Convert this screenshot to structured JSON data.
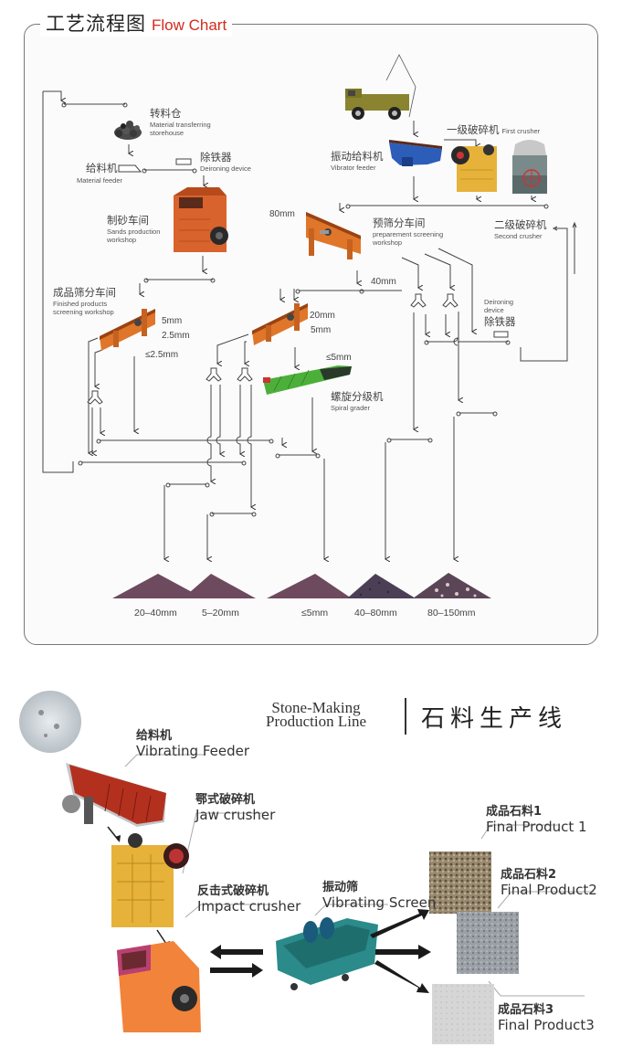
{
  "flow_chart": {
    "title_cn": "工艺流程图",
    "title_en": "Flow Chart",
    "nodes": {
      "storehouse": {
        "cn": "转料仓",
        "en1": "Material transferring",
        "en2": "storehouse"
      },
      "feeder": {
        "cn": "给料机",
        "en": "Material feeder"
      },
      "deironing_1": {
        "cn": "除铁器",
        "en": "Deironing device"
      },
      "sands": {
        "cn": "制砂车间",
        "en1": "Sands production",
        "en2": "workshop"
      },
      "vibrator_feeder": {
        "cn": "振动给料机",
        "en": "Vibrator feeder"
      },
      "first_crusher": {
        "cn": "一级破碎机",
        "en": "First crusher"
      },
      "second_crusher": {
        "cn": "二级破碎机",
        "en": "Second crusher"
      },
      "pre_screening": {
        "cn": "预筛分车间",
        "en1": "preparement screening",
        "en2": "workshop"
      },
      "finished_screening": {
        "cn": "成品筛分车间",
        "en1": "Finished products",
        "en2": "screening workshop"
      },
      "spiral_grader": {
        "cn": "螺旋分级机",
        "en": "Spiral grader"
      },
      "deironing_2": {
        "cn": "除铁器",
        "en1": "Deironing",
        "en2": "device"
      }
    },
    "sizes": {
      "pre_80": "80mm",
      "pre_40": "40mm",
      "fin_5": "5mm",
      "fin_25": "2.5mm",
      "fin_le25": "≤2.5mm",
      "mid_20": "20mm",
      "mid_5": "5mm",
      "spiral_le5": "≤5mm"
    },
    "products": [
      {
        "label": "20–40mm",
        "color": "#6e4a5e"
      },
      {
        "label": "5–20mm",
        "color": "#6e4a5e"
      },
      {
        "label": "≤5mm",
        "color": "#6e4a5e"
      },
      {
        "label": "40–80mm",
        "color": "#4b3f55"
      },
      {
        "label": "80–150mm",
        "color": "#5a4656"
      }
    ]
  },
  "production_line": {
    "title_en_1": "Stone-Making",
    "title_en_2": "Production Line",
    "title_cn": "石料生产线",
    "equipment": [
      {
        "cn": "给料机",
        "en": "Vibrating Feeder"
      },
      {
        "cn": "鄂式破碎机",
        "en": "Jaw crusher"
      },
      {
        "cn": "反击式破碎机",
        "en": "Impact crusher"
      },
      {
        "cn": "振动筛",
        "en": "Vibrating Screen"
      }
    ],
    "final_products": [
      {
        "cn": "成品石料1",
        "en": "Final Product 1"
      },
      {
        "cn": "成品石料2",
        "en": "Final Product2"
      },
      {
        "cn": "成品石料3",
        "en": "Final Product3"
      }
    ]
  },
  "colors": {
    "accent_red": "#d42a1e",
    "machine_orange": "#e0762a",
    "jaw_yellow": "#e6b23a",
    "feeder_blue": "#2c5db8",
    "screen_teal": "#2b8a8a",
    "spiral_green": "#4caf3a",
    "truck_olive": "#7d7a2a"
  }
}
